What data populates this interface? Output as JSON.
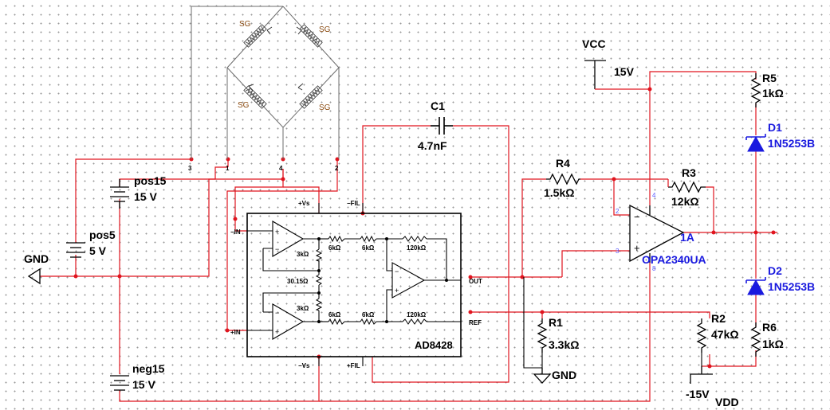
{
  "bridge": {
    "sg_label": "SG",
    "pins": [
      "3",
      "1",
      "4",
      "2"
    ]
  },
  "sources": {
    "pos15": {
      "name": "pos15",
      "value": "15 V"
    },
    "pos5": {
      "name": "pos5",
      "value": "5 V"
    },
    "neg15": {
      "name": "neg15",
      "value": "15 V"
    }
  },
  "ground_left": "GND",
  "ground_right": "GND",
  "vcc": {
    "name": "VCC",
    "value": "15V"
  },
  "vdd": {
    "value": "-15V",
    "name": "VDD"
  },
  "c1": {
    "name": "C1",
    "value": "4.7nF"
  },
  "r1": {
    "name": "R1",
    "value": "3.3kΩ"
  },
  "r2": {
    "name": "R2",
    "value": "47kΩ"
  },
  "r3": {
    "name": "R3",
    "value": "12kΩ"
  },
  "r4": {
    "name": "R4",
    "value": "1.5kΩ"
  },
  "r5": {
    "name": "R5",
    "value": "1kΩ"
  },
  "r6": {
    "name": "R6",
    "value": "1kΩ"
  },
  "d1": {
    "name": "D1",
    "part": "1N5253B"
  },
  "d2": {
    "name": "D2",
    "part": "1N5253B"
  },
  "opamp": {
    "name": "1A",
    "part": "OPA2340UA",
    "pins": [
      "4",
      "2",
      "3",
      "8"
    ]
  },
  "ina": {
    "part": "AD8428",
    "vs_top": "+Vs",
    "vs_bot": "−Vs",
    "fil_top": "−FIL",
    "fil_bot": "+FIL",
    "in_minus": "−IN",
    "in_plus": "+IN",
    "out": "OUT",
    "ref": "REF",
    "r_3k": "3kΩ",
    "r_mid": "30.15Ω",
    "r_6k": "6kΩ",
    "r_120k": "120kΩ"
  },
  "colors": {
    "wire": "#e0141e",
    "component": "#000000",
    "schematic_text": "#000000",
    "part_text": "#1a1adf",
    "bridge_wire": "#6e6e6e"
  }
}
